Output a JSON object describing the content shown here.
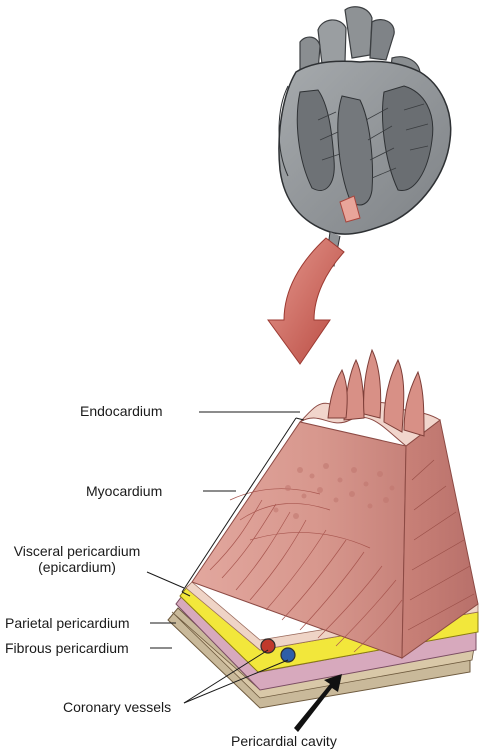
{
  "labels": {
    "endocardium": "Endocardium",
    "myocardium": "Myocardium",
    "visceral_line1": "Visceral pericardium",
    "visceral_line2": "(epicardium)",
    "parietal": "Parietal pericardium",
    "fibrous": "Fibrous pericardium",
    "coronary": "Coronary vessels",
    "pericardial_cavity": "Pericardial cavity"
  },
  "colors": {
    "heart_gray": "#8f9396",
    "heart_dark": "#5f6367",
    "muscle": "#d99a91",
    "muscle_dark": "#b9655e",
    "muscle_light": "#ecc1b8",
    "arrow_red": "#c8564c",
    "yellow_layer": "#f2e73b",
    "pink_layer": "#d7a9bd",
    "fibrous_layer": "#c9b99a",
    "vessel_red": "#c0392b",
    "vessel_blue": "#2e5ea8"
  }
}
